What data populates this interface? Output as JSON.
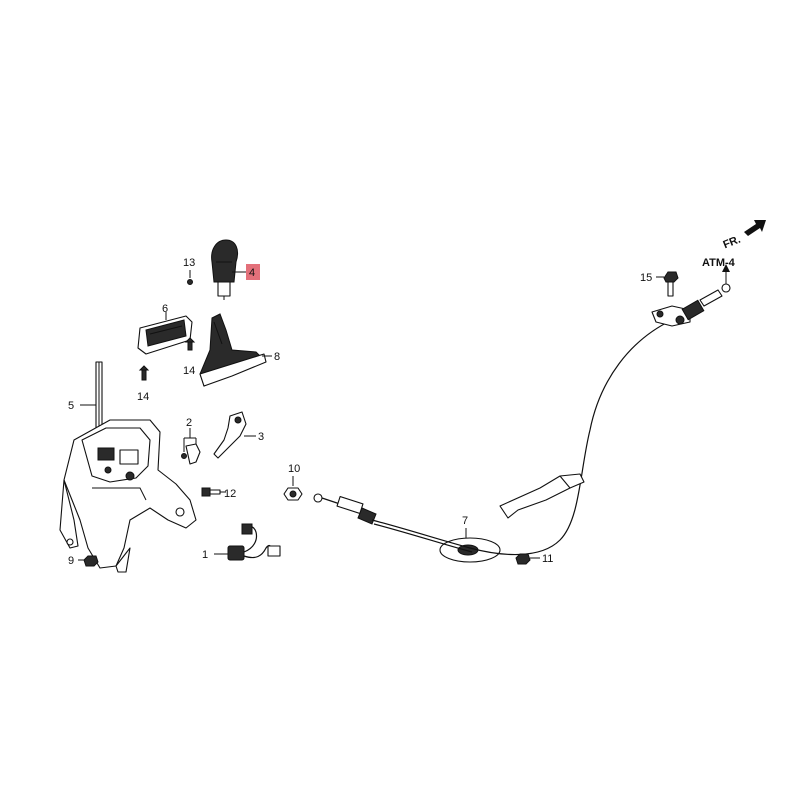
{
  "diagram": {
    "callouts": [
      {
        "id": "p1",
        "text": "1"
      },
      {
        "id": "p2",
        "text": "2"
      },
      {
        "id": "p3",
        "text": "3"
      },
      {
        "id": "p4",
        "text": "4"
      },
      {
        "id": "p5",
        "text": "5"
      },
      {
        "id": "p6",
        "text": "6"
      },
      {
        "id": "p7",
        "text": "7"
      },
      {
        "id": "p8",
        "text": "8"
      },
      {
        "id": "p9",
        "text": "9"
      },
      {
        "id": "p10",
        "text": "10"
      },
      {
        "id": "p11",
        "text": "11"
      },
      {
        "id": "p12",
        "text": "12"
      },
      {
        "id": "p13",
        "text": "13"
      },
      {
        "id": "p14a",
        "text": "14"
      },
      {
        "id": "p14b",
        "text": "14"
      },
      {
        "id": "p15",
        "text": "15"
      }
    ],
    "reference": "ATM-4",
    "direction_label": "FR.",
    "highlight_color": "#e3707a"
  }
}
